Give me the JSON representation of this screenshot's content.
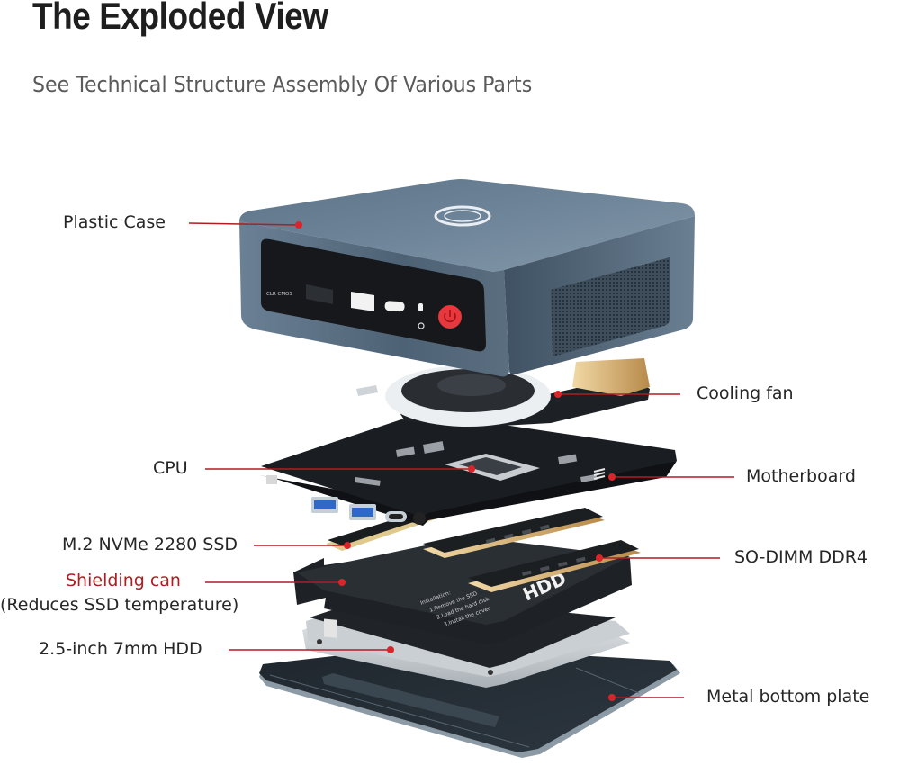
{
  "header": {
    "title": "The Exploded View",
    "subtitle": "See Technical Structure Assembly Of Various Parts"
  },
  "callouts": {
    "plastic_case": "Plastic Case",
    "cooling_fan": "Cooling fan",
    "cpu": "CPU",
    "motherboard": "Motherboard",
    "ssd": "M.2 NVMe 2280 SSD",
    "so_dimm": "SO-DIMM DDR4",
    "shielding_can": "Shielding can",
    "shielding_note": "(Reduces SSD temperature)",
    "hdd": "2.5-inch 7mm HDD",
    "bottom_plate": "Metal bottom plate"
  },
  "device": {
    "front_panel_text": "CLR CMOS",
    "hdd_sticker_text": "HDD",
    "accent_color": "#d9252a",
    "callout_line_color": "#b01c22",
    "case_color": "#5f7589"
  }
}
